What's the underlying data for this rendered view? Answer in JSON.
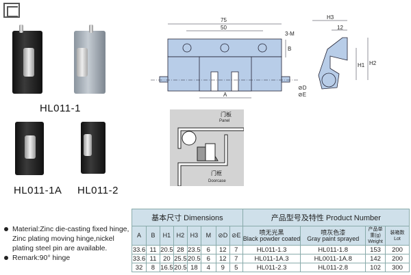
{
  "models": {
    "m1": "HL011-1",
    "m1a": "HL011-1A",
    "m2": "HL011-2"
  },
  "notes": [
    "Material:Zinc die-casting fixed hinge, Zinc plating moving hinge,nickel plating steel pin are available.",
    "Remark:90°  hinge"
  ],
  "drawing": {
    "dim_75": "75",
    "dim_50": "50",
    "dim_3m": "3-M",
    "dim_b": "B",
    "dim_a": "A",
    "dim_h3": "H3",
    "dim_12": "12",
    "dim_h1": "H1",
    "dim_h2": "H2",
    "dim_d": "⊘D",
    "dim_e": "⊘E"
  },
  "install": {
    "panel_cn": "门板",
    "panel_en": "Panel",
    "frame_cn": "门框",
    "frame_en": "Doorcase"
  },
  "table": {
    "group1": "基本尺寸 Dimensions",
    "group2": "产品型号及特性 Product Number",
    "cols": [
      "A",
      "B",
      "H1",
      "H2",
      "H3",
      "M",
      "⊘D",
      "⊘E"
    ],
    "black_cn": "喷无光黑",
    "black_en": "Black powder coated",
    "gray_cn": "喷灰色漆",
    "gray_en": "Gray paint sprayed",
    "weight_cn": "产品单重(g)",
    "weight_en": "Weight",
    "lot_cn": "装箱数",
    "lot_en": "Lot",
    "rows": [
      [
        "33.6",
        "11",
        "20.5",
        "28",
        "23.5",
        "6",
        "12",
        "7",
        "HL011-1.3",
        "HL011-1.8",
        "153",
        "200"
      ],
      [
        "33.6",
        "11",
        "20",
        "25.5",
        "20.5",
        "6",
        "12",
        "7",
        "HL011-1A.3",
        "HL0011-1A.8",
        "142",
        "200"
      ],
      [
        "32",
        "8",
        "16.5",
        "20.5",
        "18",
        "4",
        "9",
        "5",
        "HL011-2.3",
        "HL011-2.8",
        "102",
        "300"
      ]
    ]
  },
  "colors": {
    "blueprint": "#b8cde8",
    "table_header": "#cfe0ea"
  }
}
